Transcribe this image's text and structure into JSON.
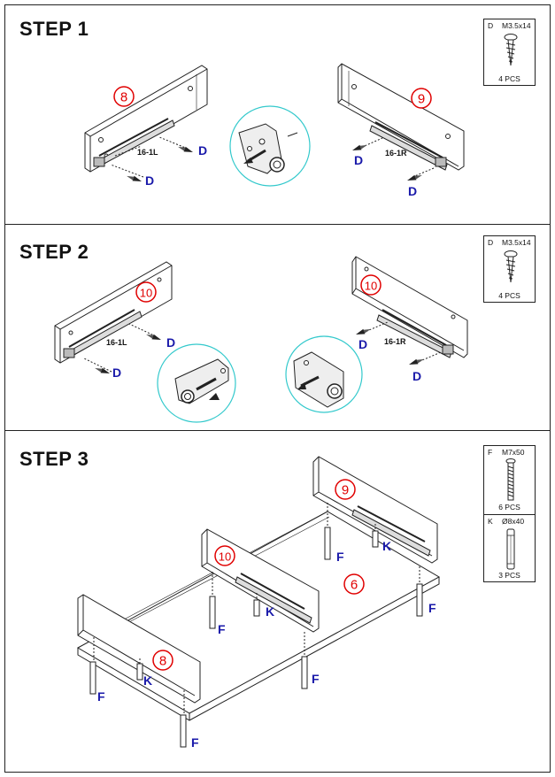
{
  "steps": [
    {
      "title": "STEP 1"
    },
    {
      "title": "STEP 2"
    },
    {
      "title": "STEP 3"
    }
  ],
  "hardware": {
    "D": {
      "code": "D",
      "size": "M3.5x14",
      "qty": "4 PCS"
    },
    "F": {
      "code": "F",
      "size": "M7x50",
      "qty": "6 PCS"
    },
    "K": {
      "code": "K",
      "size": "Ø8x40",
      "qty": "3 PCS"
    }
  },
  "parts": {
    "p8": "8",
    "p9": "9",
    "p10": "10",
    "p6": "6"
  },
  "slides": {
    "left": "16-1L",
    "right": "16-1R"
  },
  "callouts": {
    "D": "D",
    "F": "F",
    "K": "K"
  }
}
